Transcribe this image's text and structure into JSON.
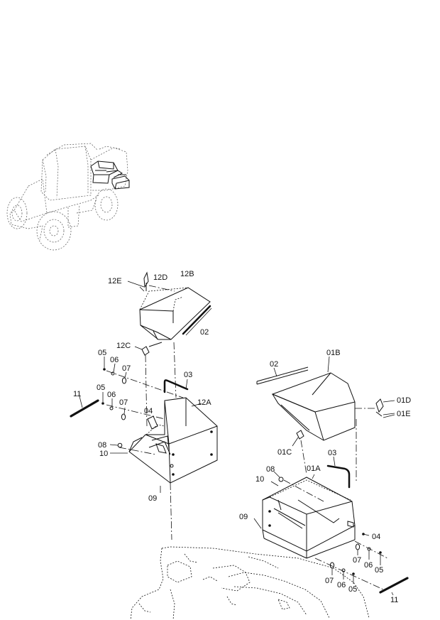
{
  "labels": {
    "l12E": "12E",
    "l12D": "12D",
    "l12B": "12B",
    "l02a": "02",
    "l12C": "12C",
    "l05a": "05",
    "l06a": "06",
    "l07a": "07",
    "l03a": "03",
    "l11a": "11",
    "l05b": "05",
    "l06b": "06",
    "l07b": "07",
    "l04a": "04",
    "l12A": "12A",
    "l08a": "08",
    "l10a": "10",
    "l09a": "09",
    "l02b": "02",
    "l01B": "01B",
    "l01D": "01D",
    "l01E": "01E",
    "l01C": "01C",
    "l03b": "03",
    "l08b": "08",
    "l01A": "01A",
    "l10b": "10",
    "l09b": "09",
    "l04b": "04",
    "l07c": "07",
    "l06c": "06",
    "l05c": "05",
    "l07d": "07",
    "l06d": "06",
    "l05d": "05",
    "l11b": "11"
  }
}
